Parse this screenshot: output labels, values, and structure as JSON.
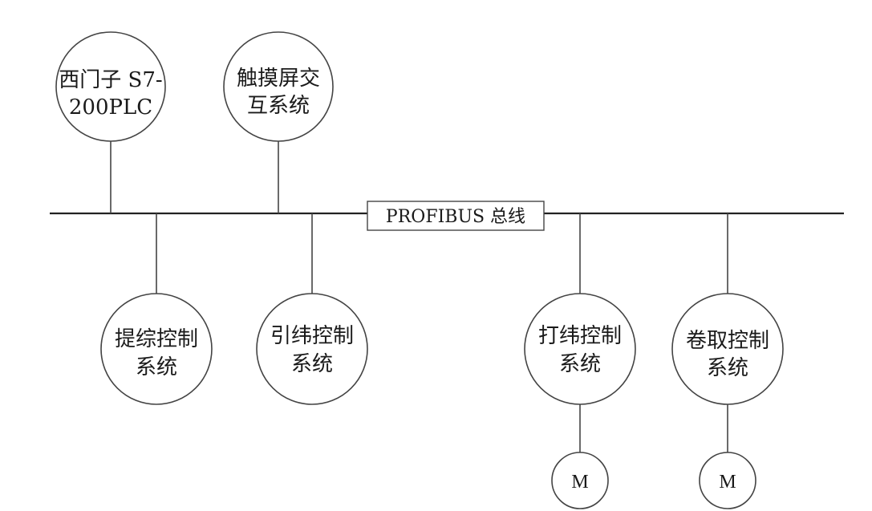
{
  "bus": {
    "label": "PROFIBUS 总线"
  },
  "nodes": {
    "plc": {
      "line1": "西门子 S7-",
      "line2": "200PLC"
    },
    "touchscreen": {
      "line1": "触摸屏交",
      "line2": "互系统"
    },
    "tiezong": {
      "line1": "提综控制",
      "line2": "系统"
    },
    "yinwei": {
      "line1": "引纬控制",
      "line2": "系统"
    },
    "dawei": {
      "line1": "打纬控制",
      "line2": "系统"
    },
    "juanqu": {
      "line1": "卷取控制",
      "line2": "系统"
    }
  },
  "motors": {
    "dawei_motor": {
      "label": "M"
    },
    "juanqu_motor": {
      "label": "M"
    }
  }
}
